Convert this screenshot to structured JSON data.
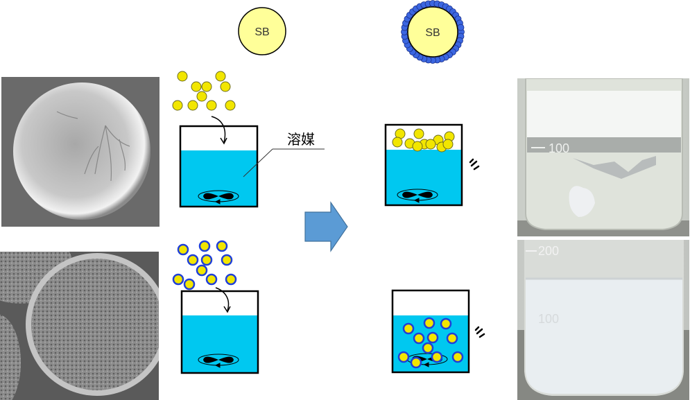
{
  "colors": {
    "particle_yellow": "#f2e600",
    "particle_core_light": "#ffff99",
    "particle_outline": "#6b6b1e",
    "coating_blue": "#1f3fd8",
    "shell_dot_blue": "#3b66e0",
    "solvent_cyan": "#00c8f0",
    "arrow_blue": "#5b9bd5",
    "arrow_outline": "#41719c",
    "beaker_outline": "#000000"
  },
  "labels": {
    "particle_uncoated": "SB",
    "particle_coated": "SB",
    "solvent": "溶媒"
  },
  "photos": {
    "sem_top": "sem-image-smooth-particle",
    "sem_bottom": "sem-image-coated-particle",
    "beaker_top_mark": "100",
    "beaker_bottom_mark_top": "200",
    "beaker_bottom_mark_mid": "100"
  },
  "icons": {
    "process_arrow": "right-block-arrow",
    "stir_bar": "magnetic-stirrer",
    "drop_arrow": "curved-arrow-down",
    "vibration": "shake-marks"
  }
}
